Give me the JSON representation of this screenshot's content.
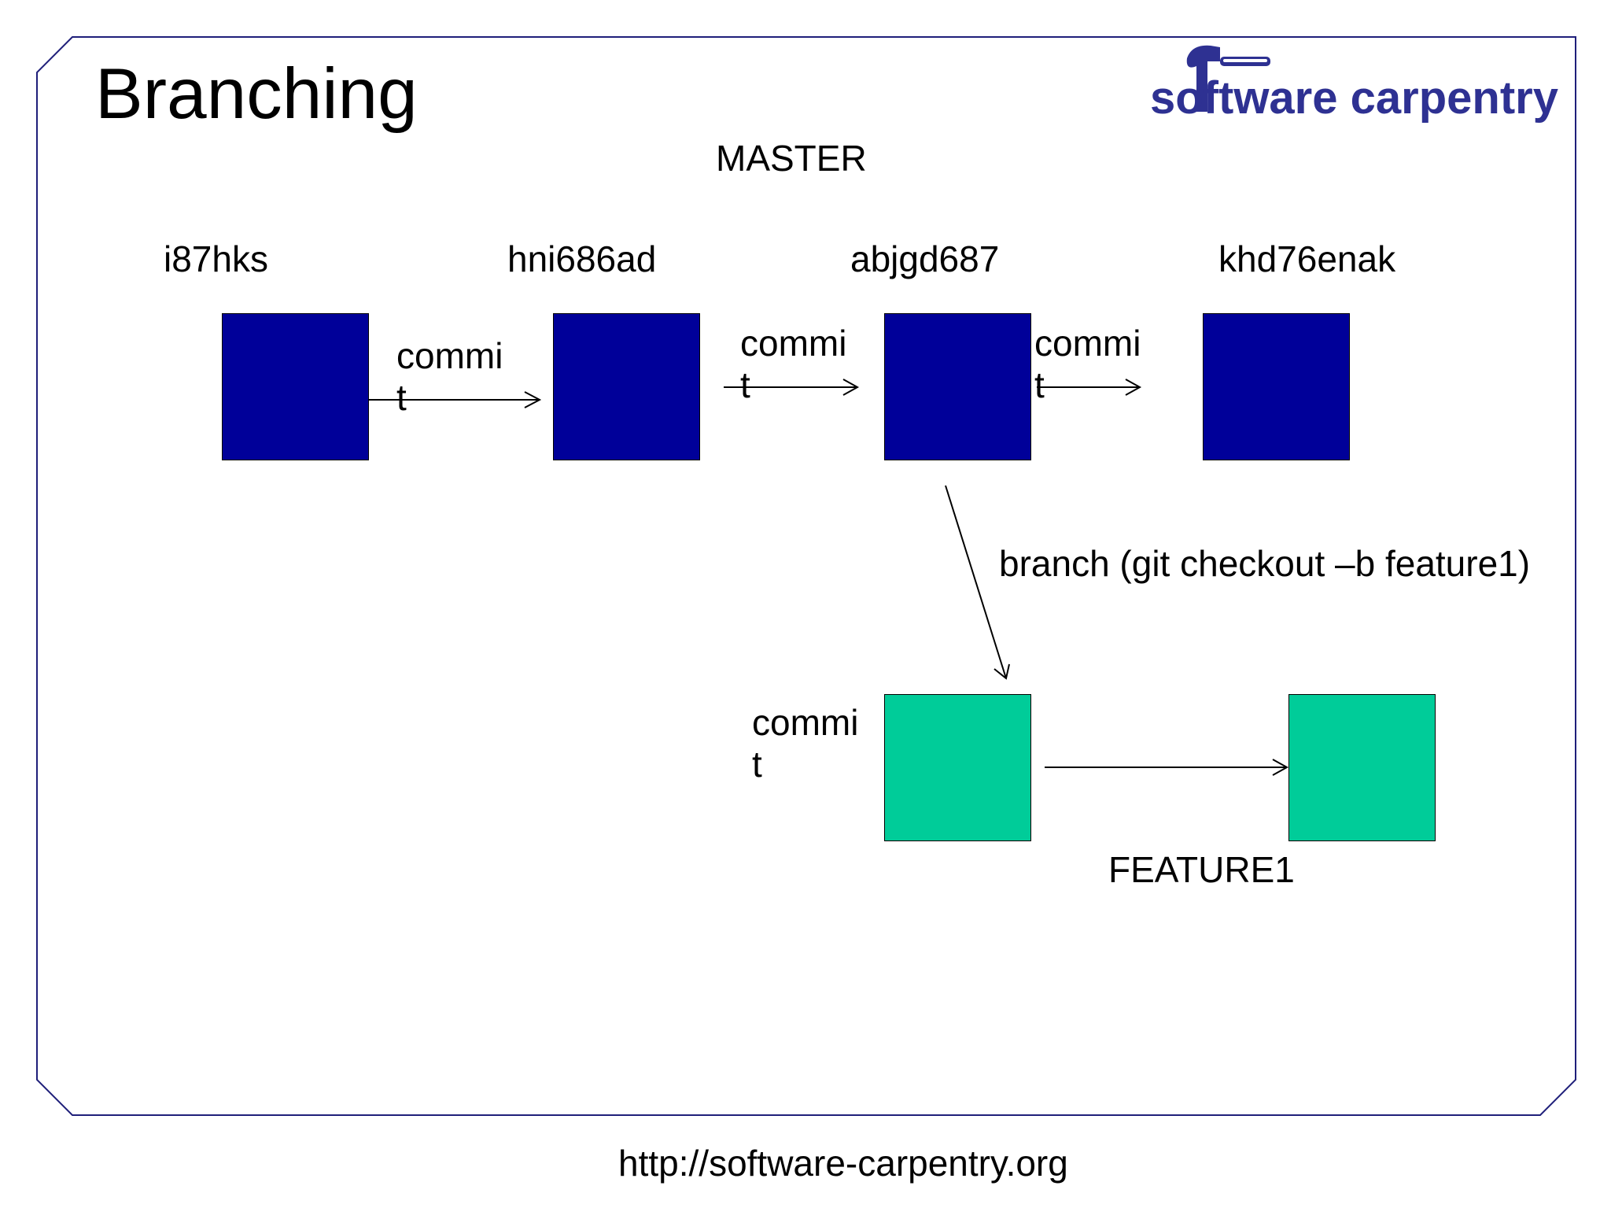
{
  "title": "Branching",
  "logo": {
    "text": "software carpentry",
    "color": "#2e3192"
  },
  "master_label": "MASTER",
  "feature_label": "FEATURE1",
  "commits": {
    "c1": "i87hks",
    "c2": "hni686ad",
    "c3": "abjgd687",
    "c4": "khd76enak"
  },
  "edge_labels": {
    "commit_line1": "commi",
    "commit_line2": "t",
    "branch": "branch (git checkout –b feature1)"
  },
  "colors": {
    "master_node": "#000099",
    "feature_node": "#00cc99",
    "frame": "#1f1f7a"
  },
  "footer_url": "http://software-carpentry.org"
}
